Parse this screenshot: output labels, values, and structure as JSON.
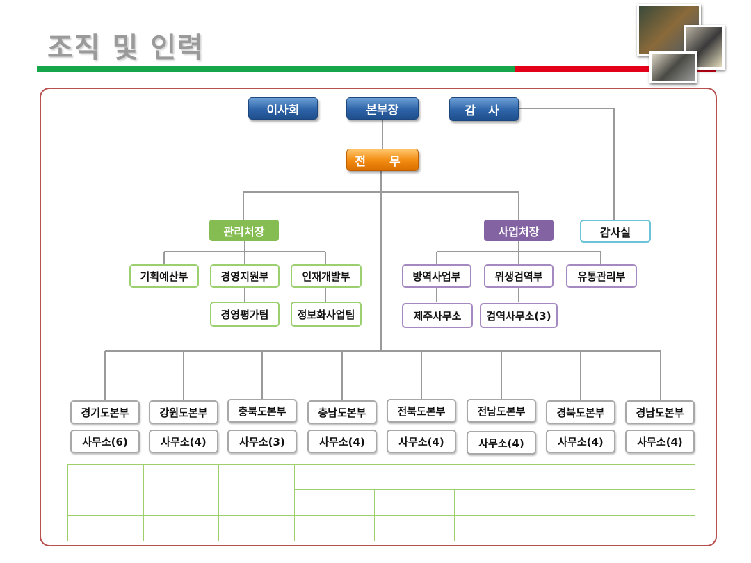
{
  "title": "조직 및 인력",
  "org": {
    "board": "이사회",
    "director_general": "본부장",
    "auditor": "감 사",
    "executive_director": "전 무",
    "audit_office": "감사실",
    "management_division": "관리처장",
    "management_departments": [
      "기획예산부",
      "경영지원부",
      "인재개발부"
    ],
    "management_teams": [
      "경영평가팀",
      "정보화사업팀"
    ],
    "business_division": "사업처장",
    "business_departments": [
      "방역사업부",
      "위생검역부",
      "유통관리부"
    ],
    "business_offices": [
      "제주사무소",
      "검역사무소(3)"
    ],
    "regional_hqs": [
      "경기도본부",
      "강원도본부",
      "충북도본부",
      "충남도본부",
      "전북도본부",
      "전남도본부",
      "경북도본부",
      "경남도본부"
    ],
    "regional_offices": [
      "사무소(6)",
      "사무소(4)",
      "사무소(3)",
      "사무소(4)",
      "사무소(4)",
      "사무소(4)",
      "사무소(4)",
      "사무소(4)"
    ]
  },
  "colors": {
    "green_bar": "#16a64a",
    "red_bar": "#e50019",
    "panel_border": "#b8504f",
    "blue_box": "#2d63a8",
    "orange_box": "#f28a10",
    "management": "#86bd52",
    "business": "#8463a3",
    "audit": "#6cc2d6"
  }
}
